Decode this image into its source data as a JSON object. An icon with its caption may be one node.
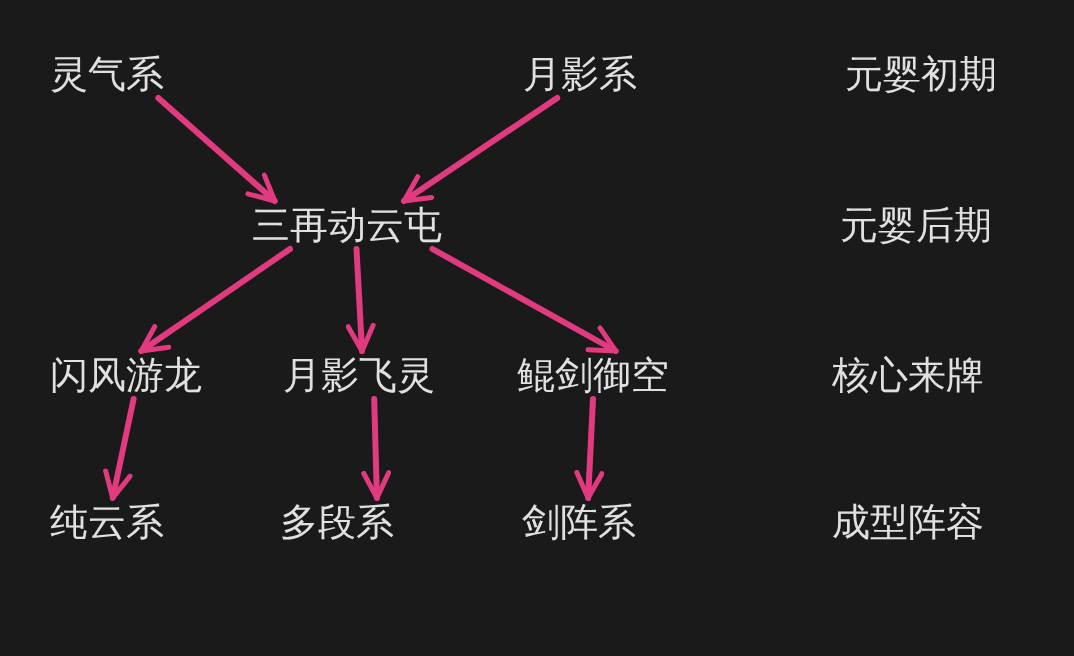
{
  "diagram": {
    "nodes": [
      {
        "text": [
          "灵气系"
        ]
      },
      {
        "text": [
          "月影系"
        ]
      },
      {
        "text": [
          "三再动云屯"
        ]
      },
      {
        "text": [
          "闪风游龙"
        ]
      },
      {
        "text": [
          "月影飞灵"
        ]
      },
      {
        "text": [
          "鲲剑御空"
        ]
      },
      {
        "text": [
          "纯云系"
        ]
      },
      {
        "text": [
          "多段系"
        ]
      },
      {
        "text": [
          "剑阵系"
        ]
      }
    ],
    "edges": [
      {
        "from": 0,
        "to": 2,
        "arrow": "to"
      },
      {
        "from": 1,
        "to": 2,
        "arrow": "to"
      },
      {
        "from": 2,
        "to": 3,
        "arrow": "to"
      },
      {
        "from": 2,
        "to": 4,
        "arrow": "to"
      },
      {
        "from": 2,
        "to": 5,
        "arrow": "to"
      },
      {
        "from": 3,
        "to": 6,
        "arrow": "to"
      },
      {
        "from": 4,
        "to": 7,
        "arrow": "to"
      },
      {
        "from": 5,
        "to": 8,
        "arrow": "to"
      }
    ],
    "labels": [
      "元婴初期",
      "元婴后期",
      "核心来牌",
      "成型阵容"
    ]
  }
}
